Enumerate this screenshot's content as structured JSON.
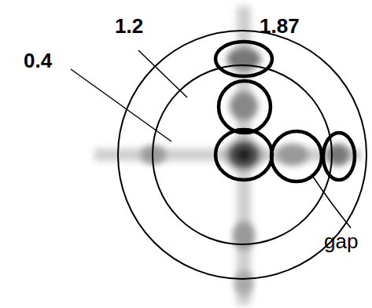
{
  "diagram": {
    "labels": [
      "1.2",
      "1.87",
      "0.4",
      "gap"
    ]
  }
}
